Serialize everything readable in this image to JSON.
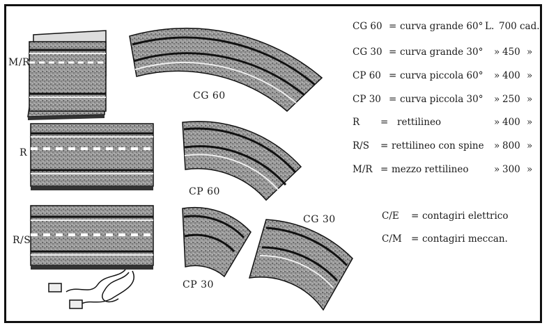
{
  "piece_labels": {
    "mr": "M/R",
    "r": "R",
    "rs": "R/S",
    "cg60": "CG 60",
    "cp60": "CP 60",
    "cp30": "CP 30",
    "cg30": "CG 30"
  },
  "legend": [
    {
      "code": "CG 60",
      "eq": "=",
      "desc": "curva grande 60°",
      "unit": "L.",
      "price": "700",
      "suffix": "cad."
    },
    {
      "code": "CG 30",
      "eq": "=",
      "desc": "curva grande 30°",
      "unit": "»",
      "price": "450",
      "suffix": "»"
    },
    {
      "code": "CP 60",
      "eq": "=",
      "desc": "curva piccola 60°",
      "unit": "»",
      "price": "400",
      "suffix": "»"
    },
    {
      "code": "CP 30",
      "eq": "=",
      "desc": "curva piccola 30°",
      "unit": "»",
      "price": "250",
      "suffix": "»"
    },
    {
      "code": "R",
      "eq": "=",
      "desc": "rettilineo",
      "unit": "»",
      "price": "400",
      "suffix": "»"
    },
    {
      "code": "R/S",
      "eq": "=",
      "desc": "rettilineo con spine",
      "unit": "»",
      "price": "800",
      "suffix": "»"
    },
    {
      "code": "M/R",
      "eq": "=",
      "desc": "mezzo rettilineo",
      "unit": "»",
      "price": "300",
      "suffix": "»"
    }
  ],
  "counters": [
    {
      "code": "C/E",
      "eq": "=",
      "desc": "contagiri elettrico"
    },
    {
      "code": "C/M",
      "eq": "=",
      "desc": "contagiri meccan."
    }
  ]
}
